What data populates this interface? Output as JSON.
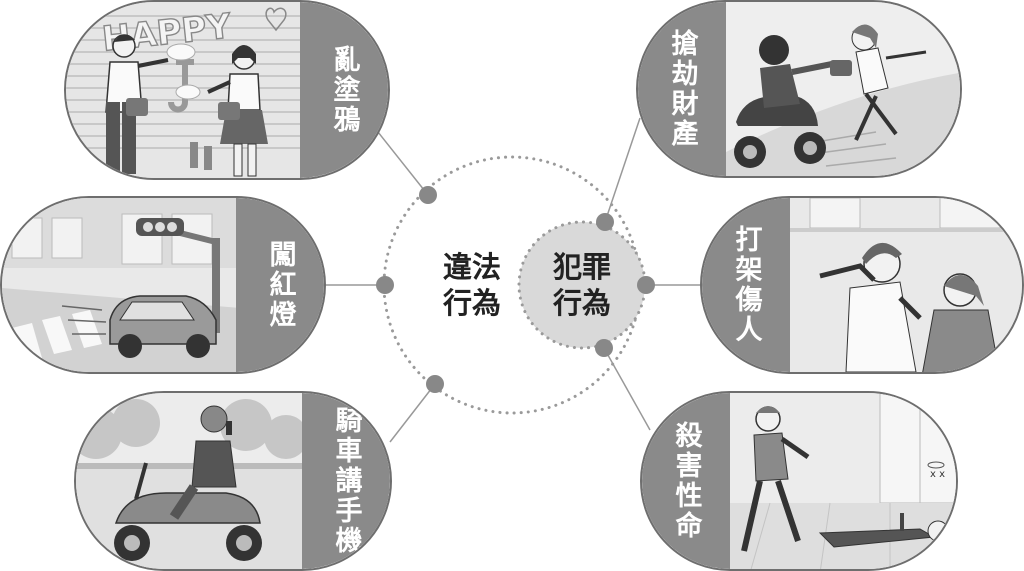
{
  "center": {
    "outer_line1": "違法",
    "outer_line2": "行為",
    "inner_line1": "犯罪",
    "inner_line2": "行為"
  },
  "illegal_acts": [
    {
      "label": "亂塗鴉",
      "scene": "graffiti"
    },
    {
      "label": "闖紅燈",
      "scene": "running-red-light"
    },
    {
      "label": "騎車講手機",
      "scene": "phone-while-riding"
    }
  ],
  "crimes": [
    {
      "label": "搶劫財產",
      "scene": "robbery"
    },
    {
      "label": "打架傷人",
      "scene": "assault"
    },
    {
      "label": "殺害性命",
      "scene": "homicide"
    }
  ],
  "graffiti_wall_text": "HAPPY",
  "colors": {
    "tab": "#8a8a8a",
    "card_border": "#6e6e6e",
    "dot": "#888888",
    "dotted_ring": "#9a9a9a",
    "inner_circle": "#d9d9d9"
  }
}
